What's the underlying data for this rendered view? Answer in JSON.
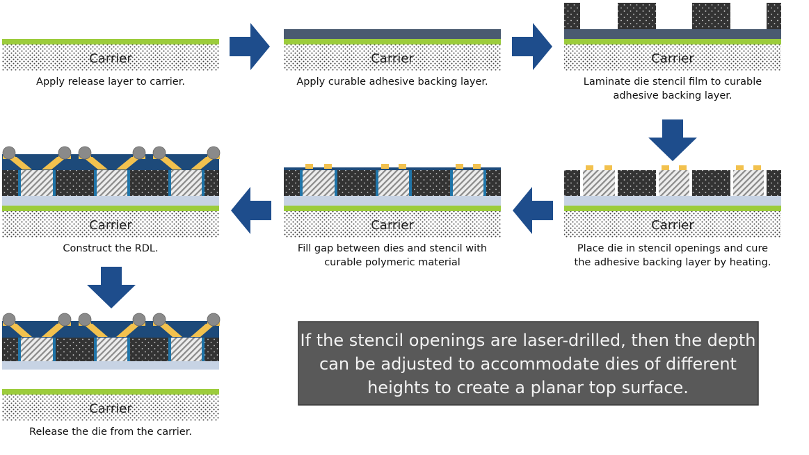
{
  "carrier_label": "Carrier",
  "steps": [
    {
      "caption": [
        "Apply release layer to carrier."
      ]
    },
    {
      "caption": [
        "Apply curable adhesive backing layer."
      ]
    },
    {
      "caption": [
        "Laminate die stencil film to curable",
        "adhesive backing layer."
      ]
    },
    {
      "caption": [
        "Place die in stencil openings and cure",
        "the adhesive backing layer by heating."
      ]
    },
    {
      "caption": [
        "Fill gap between dies and stencil with",
        "curable polymeric material"
      ]
    },
    {
      "caption": [
        "Construct the RDL."
      ]
    },
    {
      "caption": [
        "Release the die from the carrier."
      ]
    }
  ],
  "note": {
    "lines": [
      "If the stencil openings are laser-drilled, then the depth",
      "can be adjusted to accommodate dies of different",
      "heights to create a planar top surface."
    ]
  },
  "colors": {
    "release_layer": "#9ccc3c",
    "adhesive_layer": "#4a5a70",
    "stencil": "#333333",
    "die": "#e8e8e8",
    "pad": "#f2c14e",
    "fill_material": "#1f74a8",
    "rdl": "#1d4a7a",
    "bump": "#8a8a8a",
    "arrow": "#1e4d8c",
    "note_background": "#595959"
  },
  "icons": [
    "arrow-right-icon",
    "arrow-down-icon",
    "arrow-left-icon"
  ]
}
